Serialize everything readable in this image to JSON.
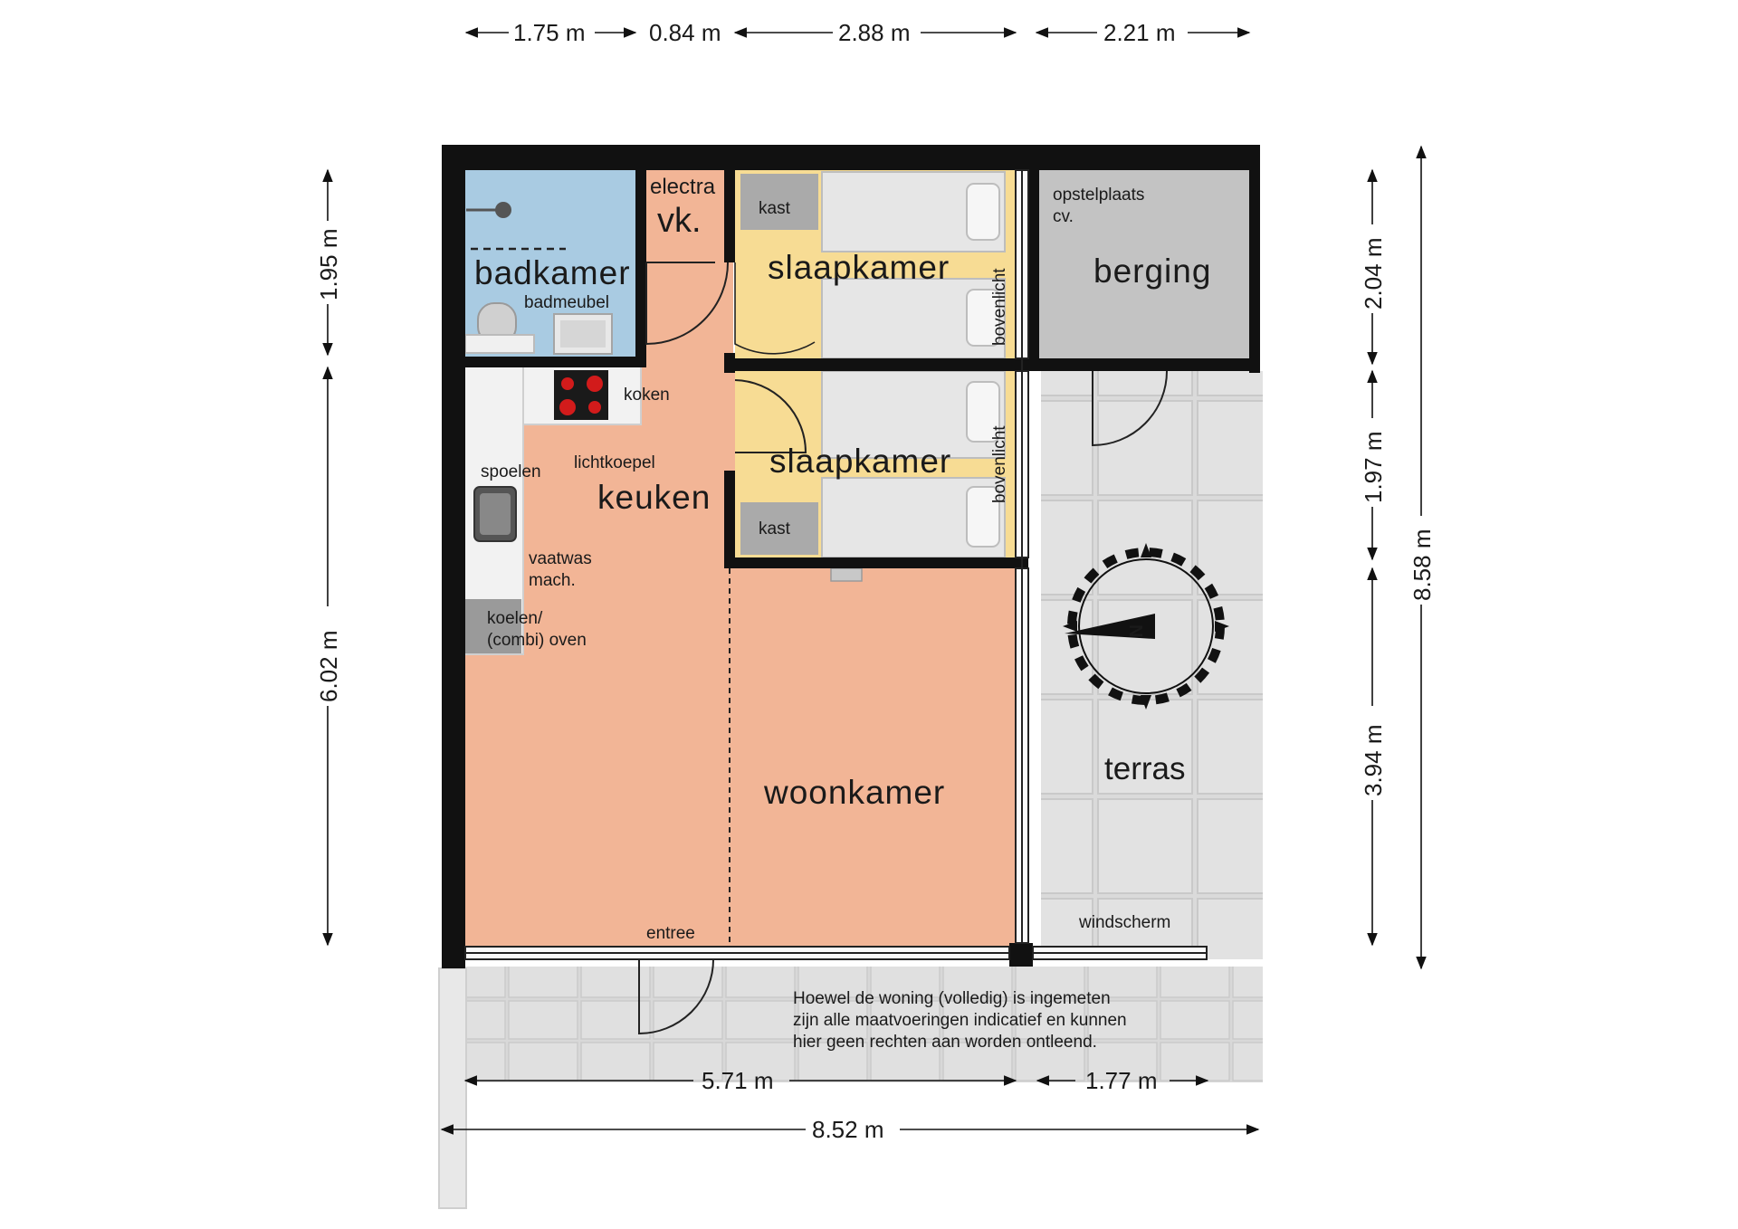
{
  "dimensions": {
    "top": [
      "1.75 m",
      "0.84 m",
      "2.88 m",
      "2.21 m"
    ],
    "left": [
      "1.95 m",
      "6.02 m"
    ],
    "right_inner": [
      "2.04 m",
      "1.97 m",
      "3.94 m"
    ],
    "right_total": "8.58 m",
    "bottom": [
      "5.71 m",
      "1.77 m"
    ],
    "bottom_total": "8.52 m"
  },
  "rooms": {
    "badkamer": "badkamer",
    "badmeubel": "badmeubel",
    "electra": "electra",
    "vk": "vk.",
    "kast_top": "kast",
    "slaapkamer_1": "slaapkamer",
    "bovenlicht_1": "bovenlicht",
    "opstelplaats": "opstelplaats",
    "cv": "cv.",
    "berging": "berging",
    "koken": "koken",
    "lichtkoepel": "lichtkoepel",
    "spoelen": "spoelen",
    "keuken": "keuken",
    "vaatwas": "vaatwas",
    "mach": "mach.",
    "koelen": "koelen/",
    "combi_oven": "(combi) oven",
    "slaapkamer_2": "slaapkamer",
    "bovenlicht_2": "bovenlicht",
    "kast_bottom": "kast",
    "woonkamer": "woonkamer",
    "terras": "terras",
    "entree": "entree",
    "windscherm": "windscherm"
  },
  "compass": {
    "label": "N"
  },
  "disclaimer": [
    "Hoewel de woning (volledig) is ingemeten",
    "zijn alle maatvoeringen indicatief en kunnen",
    "hier geen rechten aan worden ontleend."
  ],
  "colors": {
    "wall": "#111111",
    "living": "#f2b596",
    "bath": "#a9cbe2",
    "bedroom_floor": "#f7dc94",
    "storage": "#c3c3c3",
    "terrace": "#dcdcdc",
    "counter": "#f2f2f2"
  }
}
